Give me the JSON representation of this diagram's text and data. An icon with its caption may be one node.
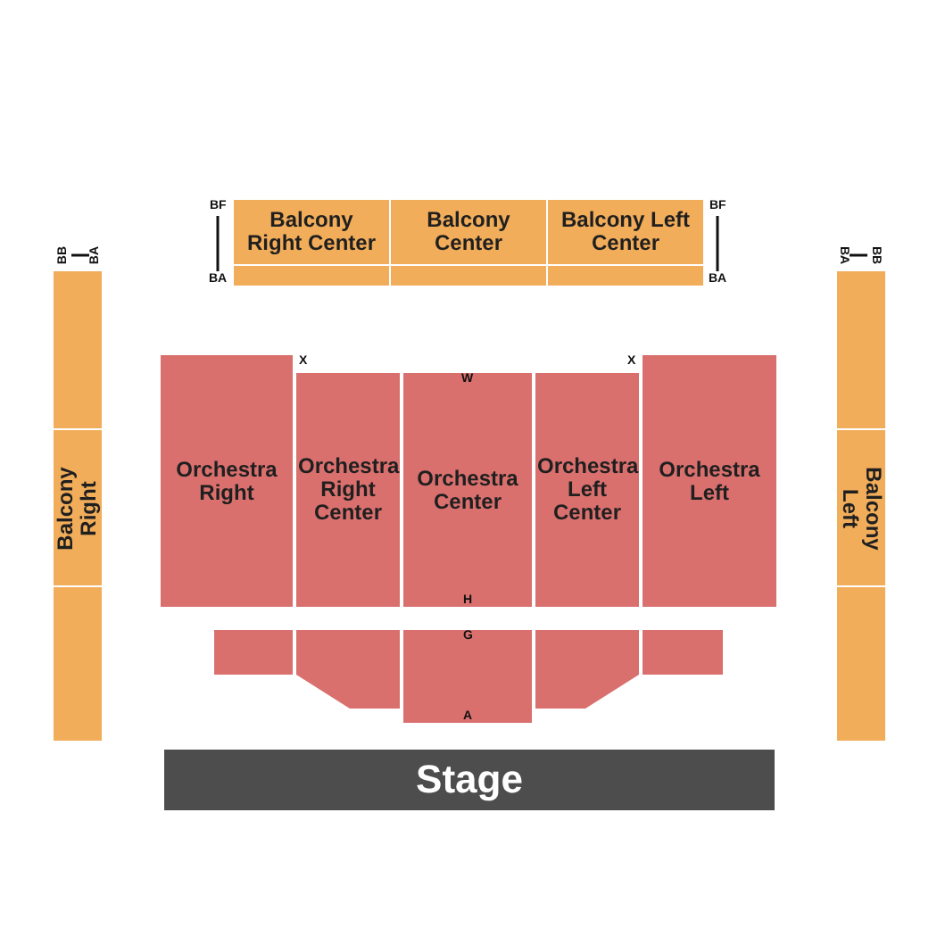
{
  "diagram": {
    "nodes": [
      {
        "text": [
          "Balcony Right Center"
        ]
      },
      {
        "text": [
          "Balcony Center"
        ]
      },
      {
        "text": [
          "Balcony Left Center"
        ]
      },
      {
        "text": [],
        "shape": "box"
      },
      {
        "text": [],
        "shape": "box"
      },
      {
        "text": [],
        "shape": "box"
      },
      {
        "text": [],
        "shape": "box"
      },
      {
        "text": [],
        "shape": "box"
      },
      {
        "text": [
          "Orchestra Right"
        ]
      },
      {
        "text": [
          "Orchestra Right Center"
        ]
      },
      {
        "text": [
          "Orchestra Center"
        ]
      },
      {
        "text": [
          "Orchestra Left Center"
        ]
      },
      {
        "text": [
          "Orchestra Left"
        ]
      },
      {
        "text": [
          "Balcony Right"
        ]
      },
      {
        "text": [
          "Balcony Left"
        ]
      },
      {
        "text": [],
        "shape": "box"
      },
      {
        "text": [],
        "shape": "box"
      },
      {
        "text": [],
        "shape": "box"
      },
      {
        "text": [],
        "shape": "trapezoid"
      },
      {
        "text": [],
        "shape": "box"
      },
      {
        "text": [],
        "shape": "trapezoid"
      },
      {
        "text": [],
        "shape": "box"
      },
      {
        "text": [
          "Stage"
        ]
      }
    ],
    "labels": [
      "BF",
      "BF",
      "BB",
      "BA",
      "BA",
      "BB",
      "BA",
      "BA",
      "X",
      "X",
      "W",
      "H",
      "G",
      "A"
    ]
  }
}
